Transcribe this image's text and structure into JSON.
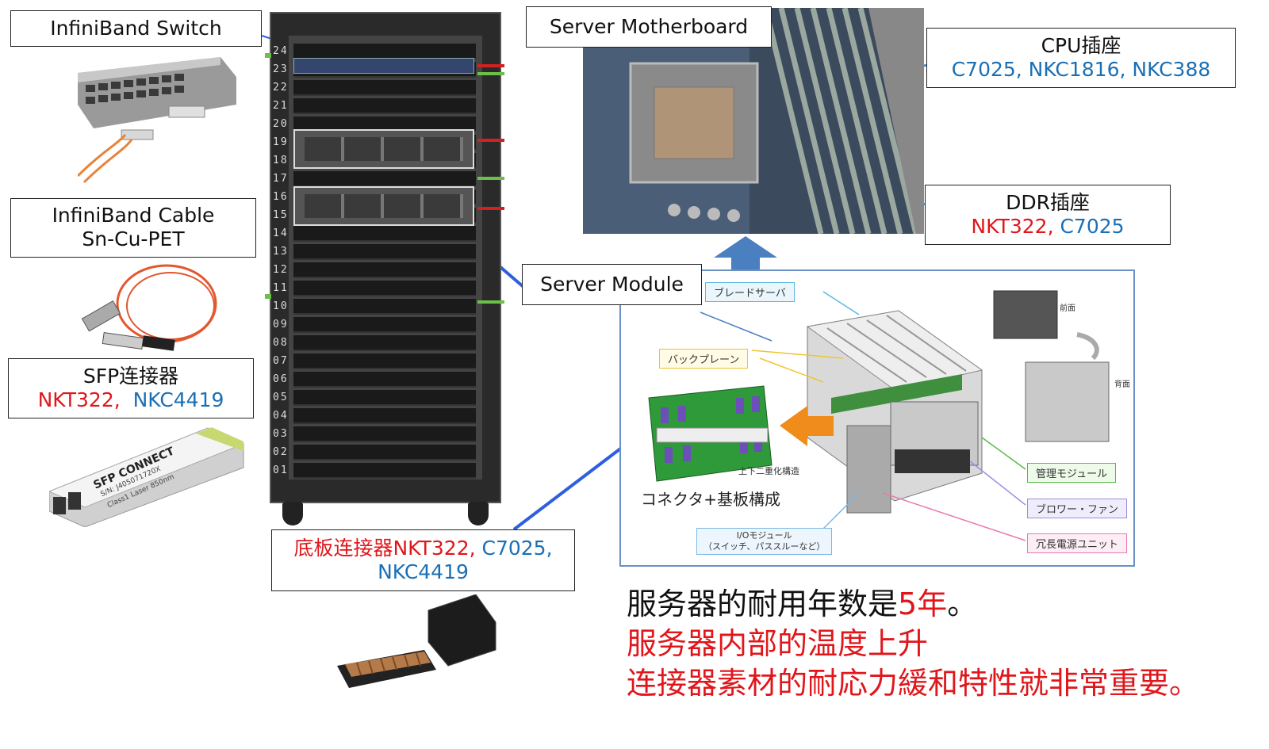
{
  "labels": {
    "ib_switch": "InfiniBand Switch",
    "ib_cable_line1": "InfiniBand Cable",
    "ib_cable_line2": "Sn-Cu-PET",
    "sfp_title": "SFP连接器",
    "sfp_red": "NKT322,",
    "sfp_blue": "NKC4419",
    "motherboard": "Server Motherboard",
    "cpu_title": "CPU插座",
    "cpu_blue": "C7025, NKC1816, NKC388",
    "ddr_title": "DDR插座",
    "ddr_red": "NKT322,",
    "ddr_blue": "C7025",
    "server_module": "Server Module",
    "backplane_red": "底板连接器NKT322,",
    "backplane_blue1": "C7025,",
    "backplane_blue2": "NKC4419"
  },
  "blade_diagram": {
    "blade_server": "ブレードサーバ",
    "backplane": "バックプレーン",
    "vertical_redundancy": "上下二重化構造",
    "connector_board": "コネクタ+基板構成",
    "io_module_line1": "I/Oモジュール",
    "io_module_line2": "（スイッチ、パススルーなど）",
    "management_module": "管理モジュール",
    "blower_fan": "ブロワー・ファン",
    "redundant_psu": "冗長電源ユニット",
    "front": "前面",
    "back": "背面"
  },
  "sfp_module_text": {
    "brand": "SFP CONNECT",
    "sn": "S/N: J405071720X",
    "laser": "Class1 Laser 850nm"
  },
  "rack_units": [
    "24",
    "23",
    "22",
    "21",
    "20",
    "19",
    "18",
    "17",
    "16",
    "15",
    "14",
    "13",
    "12",
    "11",
    "10",
    "09",
    "08",
    "07",
    "06",
    "05",
    "04",
    "03",
    "02",
    "01"
  ],
  "footer": {
    "line1_black": "服务器的耐用年数是",
    "line1_red": "5年",
    "line1_end": "。",
    "line2": "服务器内部的温度上升",
    "line3": "连接器素材的耐応力緩和特性就非常重要。"
  },
  "colors": {
    "red": "#e0161b",
    "blue": "#1a6fb5",
    "pointer": "#2f5fe0",
    "arrow": "#4a7fc0"
  }
}
